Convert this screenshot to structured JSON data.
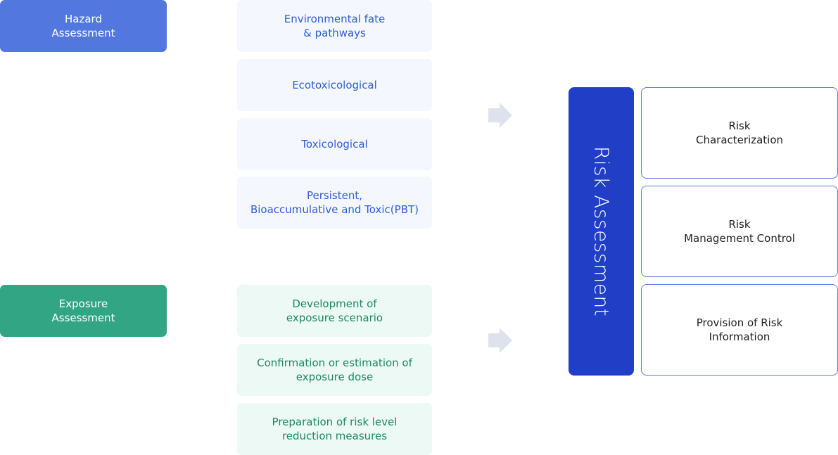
{
  "hazard": {
    "title": "Hazard\nAssessment",
    "items": [
      "Environmental fate\n& pathways",
      "Ecotoxicological",
      "Toxicological",
      "Persistent,\nBioaccumulative and Toxic(PBT)"
    ]
  },
  "exposure": {
    "title": "Exposure\nAssessment",
    "items": [
      "Development of\nexposure scenario",
      "Confirmation or estimation of\nexposure dose",
      "Preparation of risk level\nreduction measures"
    ]
  },
  "risk": {
    "title": "Risk Assessment",
    "outputs": [
      "Risk\nCharacterization",
      "Risk\nManagement Control",
      "Provision of Risk\nInformation"
    ]
  },
  "colors": {
    "hazard_header": "#5278e0",
    "exposure_header": "#32a585",
    "risk_block": "#203fc6",
    "arrow": "#dde2ec"
  }
}
